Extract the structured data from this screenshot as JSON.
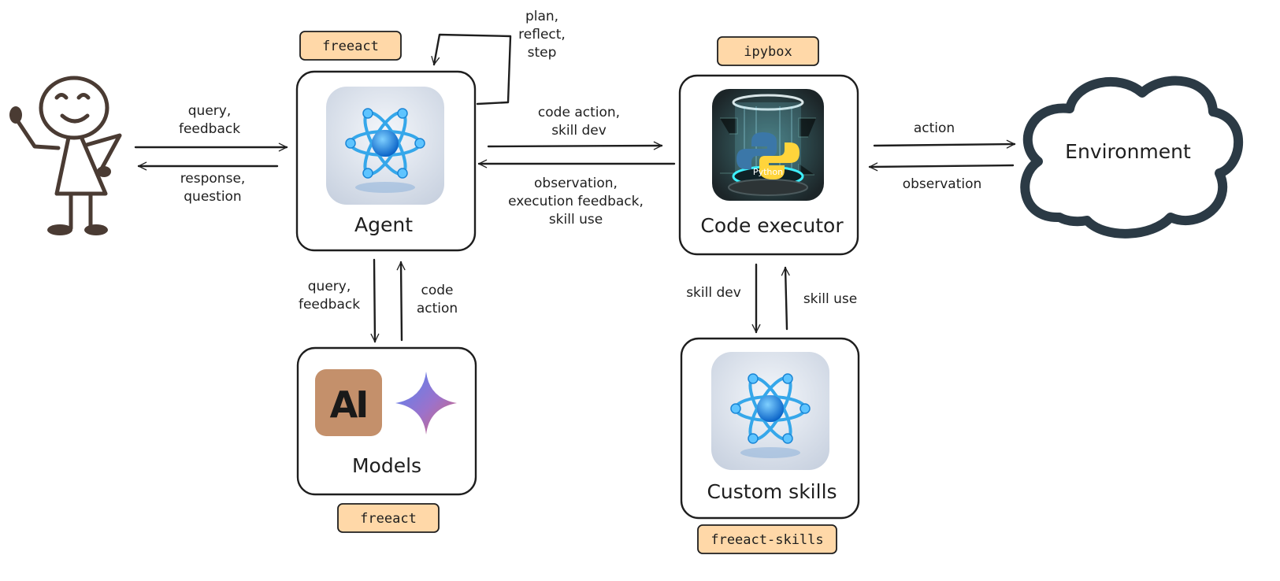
{
  "colors": {
    "tag_fill": "#ffd8a8",
    "stroke": "#1e1e1e",
    "person": "#4a3b33",
    "cloud": "#2b3a45",
    "anthropic_tile": "#c4906b"
  },
  "person": {
    "icon": "stick-figure-waving-icon"
  },
  "edges": {
    "user_to_agent": "query,|feedback",
    "agent_to_user": "response,|question",
    "agent_self_loop": "plan,|reflect,|step",
    "agent_to_executor": "code action,|skill dev",
    "executor_to_agent": "observation,|execution feedback,|skill use",
    "executor_to_env": "action",
    "env_to_executor": "observation",
    "agent_to_models": "query,|feedback",
    "models_to_agent": "code|action",
    "executor_to_skills": "skill dev",
    "skills_to_executor": "skill use"
  },
  "nodes": {
    "agent": {
      "title": "Agent",
      "tag": "freeact",
      "icon": "atom-icon"
    },
    "executor": {
      "title": "Code executor",
      "tag": "ipybox",
      "icon": "python-sandbox-icon",
      "icon_text": "Python"
    },
    "models": {
      "title": "Models",
      "tag": "freeact",
      "logo_anthropic": "AI",
      "icons": [
        "anthropic-logo-icon",
        "gemini-sparkle-icon"
      ]
    },
    "skills": {
      "title": "Custom skills",
      "tag": "freeact-skills",
      "icon": "atom-icon"
    },
    "environment": {
      "title": "Environment",
      "icon": "cloud-icon"
    }
  }
}
